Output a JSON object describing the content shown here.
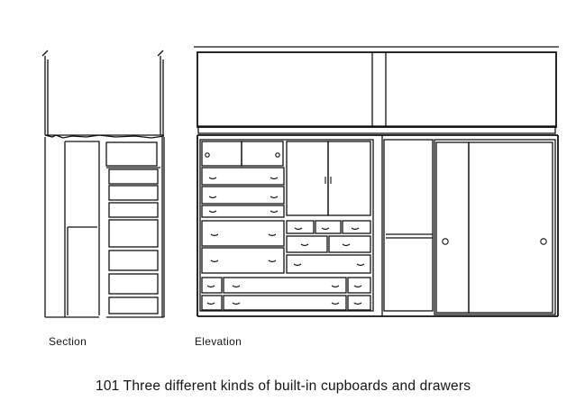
{
  "labels": {
    "section": "Section",
    "elevation": "Elevation"
  },
  "caption": "101 Three different kinds of built-in cupboards and drawers",
  "drawing": {
    "stroke_color": "#111111",
    "background_color": "#ffffff"
  }
}
